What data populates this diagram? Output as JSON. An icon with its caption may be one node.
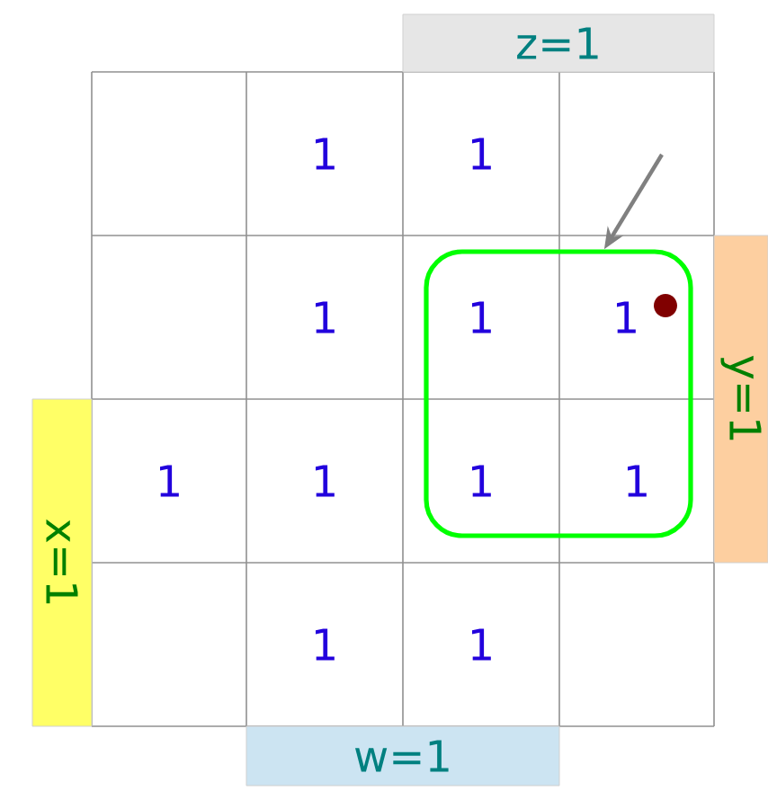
{
  "diagram": {
    "nodes": [
      {
        "text": [
          "z=1"
        ]
      },
      {
        "text": [
          "y=1"
        ]
      },
      {
        "text": [
          "x=1"
        ]
      },
      {
        "text": [
          "w=1"
        ]
      },
      {
        "text": [],
        "shape": "box"
      }
    ],
    "edges": [
      {
        "from": null,
        "to": 4,
        "arrow": "to"
      }
    ],
    "labels": [
      "1",
      "1",
      "1",
      "1",
      "1",
      "1",
      "1",
      "1",
      "1",
      "1",
      "1"
    ]
  }
}
